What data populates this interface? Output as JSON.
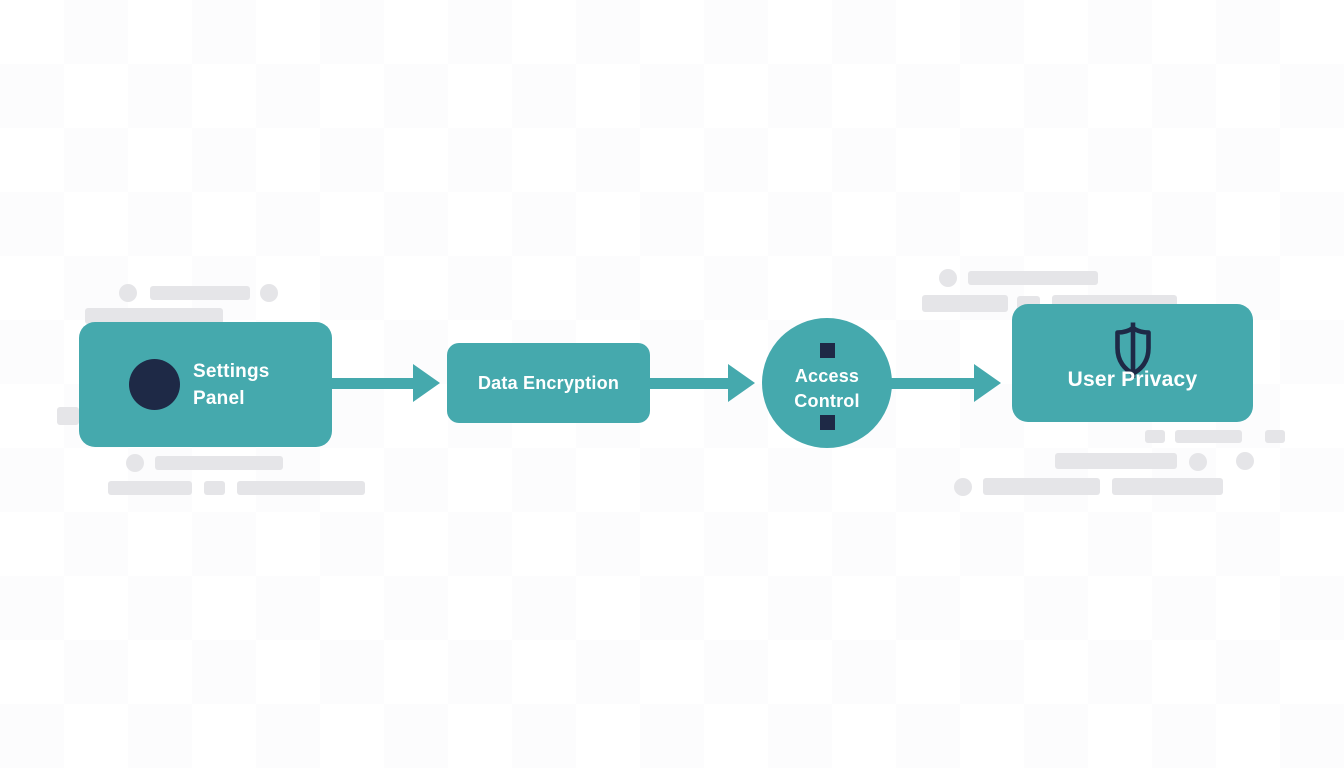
{
  "diagram": {
    "type": "flow",
    "direction": "left-to-right",
    "accent_color": "#45a9ad",
    "dark_color": "#1e2946",
    "placeholder_color": "#e5e5e8",
    "nodes": [
      {
        "id": "settings-panel",
        "label": "Settings Panel",
        "shape": "rounded-rectangle",
        "icon": "filled-circle-icon"
      },
      {
        "id": "data-encryption",
        "label": "Data Encryption",
        "shape": "rounded-rectangle",
        "icon": "none"
      },
      {
        "id": "access-control",
        "label": "Access Control",
        "shape": "circle",
        "icon": "square-markers"
      },
      {
        "id": "user-privacy",
        "label": "User Privacy",
        "shape": "rounded-rectangle",
        "icon": "shield-icon"
      }
    ],
    "connections": [
      {
        "from": "settings-panel",
        "to": "data-encryption"
      },
      {
        "from": "data-encryption",
        "to": "access-control"
      },
      {
        "from": "access-control",
        "to": "user-privacy"
      }
    ]
  }
}
